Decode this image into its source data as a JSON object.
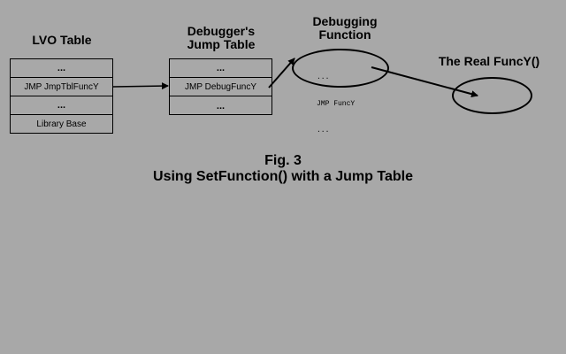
{
  "lvo_table": {
    "title": "LVO Table",
    "rows": [
      "...",
      "JMP JmpTblFuncY",
      "...",
      "Library Base"
    ]
  },
  "jump_table": {
    "title_line1": "Debugger's",
    "title_line2": "Jump Table",
    "rows": [
      "...",
      "JMP DebugFuncY",
      "..."
    ]
  },
  "debug_function": {
    "title_line1": "Debugging",
    "title_line2": "Function",
    "code_line1": "...",
    "code_line2": "JMP FuncY",
    "code_line3": "..."
  },
  "real_function": {
    "title": "The Real FuncY()"
  },
  "caption": {
    "line1": "Fig. 3",
    "line2": "Using SetFunction() with a Jump Table"
  }
}
